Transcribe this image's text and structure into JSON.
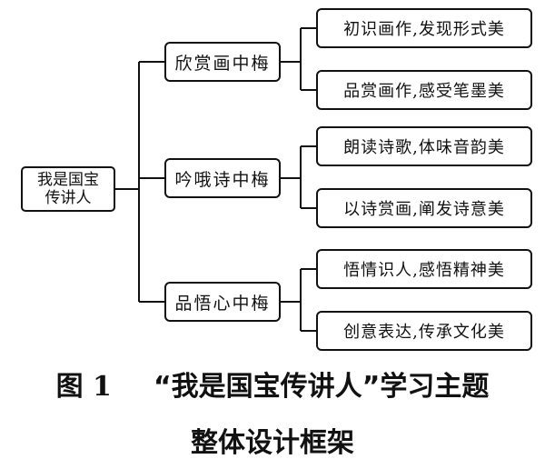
{
  "root": {
    "line1": "我是国宝",
    "line2": "传讲人"
  },
  "branches": [
    {
      "label": "欣赏画中梅",
      "leaves": [
        "初识画作,发现形式美",
        "品赏画作,感受笔墨美"
      ]
    },
    {
      "label": "吟哦诗中梅",
      "leaves": [
        "朗读诗歌,体味音韵美",
        "以诗赏画,阐发诗意美"
      ]
    },
    {
      "label": "品悟心中梅",
      "leaves": [
        "悟情识人,感悟精神美",
        "创意表达,传承文化美"
      ]
    }
  ],
  "caption": {
    "fig_no": "图 1",
    "line1": "“我是国宝传讲人”学习主题",
    "line2": "整体设计框架"
  }
}
